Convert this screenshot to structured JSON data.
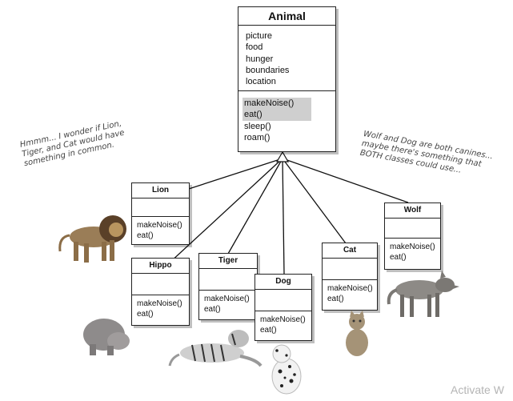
{
  "superclass": {
    "name": "Animal",
    "fields": [
      "picture",
      "food",
      "hunger",
      "boundaries",
      "location"
    ],
    "methods": [
      "makeNoise()",
      "eat()",
      "sleep()",
      "roam()"
    ]
  },
  "subclasses": {
    "lion": {
      "name": "Lion",
      "methods": [
        "makeNoise()",
        "eat()"
      ]
    },
    "hippo": {
      "name": "Hippo",
      "methods": [
        "makeNoise()",
        "eat()"
      ]
    },
    "tiger": {
      "name": "Tiger",
      "methods": [
        "makeNoise()",
        "eat()"
      ]
    },
    "dog": {
      "name": "Dog",
      "methods": [
        "makeNoise()",
        "eat()"
      ]
    },
    "cat": {
      "name": "Cat",
      "methods": [
        "makeNoise()",
        "eat()"
      ]
    },
    "wolf": {
      "name": "Wolf",
      "methods": [
        "makeNoise()",
        "eat()"
      ]
    }
  },
  "notes": {
    "left": [
      "Hmmm... I wonder if Lion,",
      "Tiger, and Cat would have",
      "something in common."
    ],
    "right": [
      "Wolf and Dog are both canines...",
      "maybe there's something that",
      "BOTH classes could use..."
    ]
  },
  "watermark": "Activate W",
  "colors": {
    "highlight": "#cfcfcf",
    "line": "#111111"
  }
}
